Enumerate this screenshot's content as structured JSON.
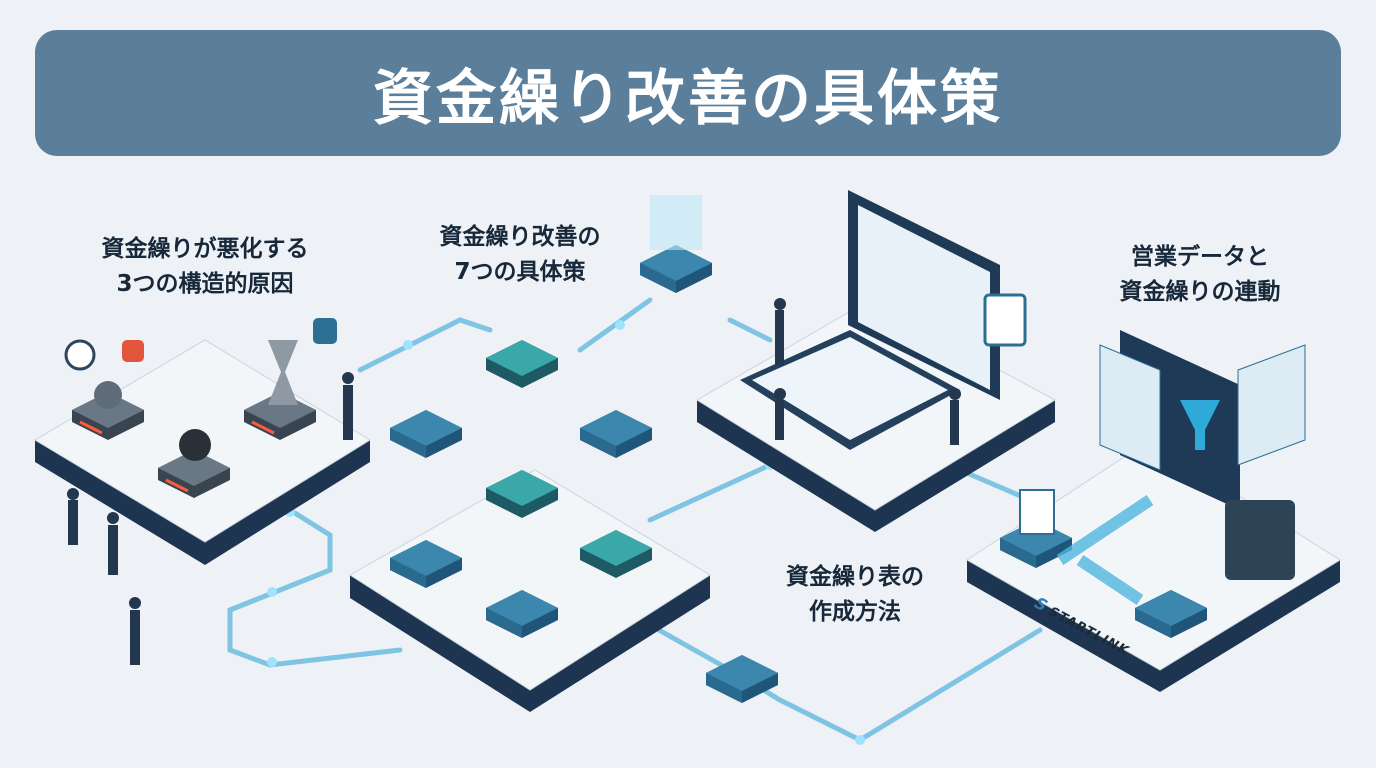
{
  "title": "資金繰り改善の具体策",
  "sections": {
    "causes": {
      "line1": "資金繰りが悪化する",
      "line2": "3つの構造的原因"
    },
    "measures": {
      "line1": "資金繰り改善の",
      "line2": "7つの具体策"
    },
    "sales_link": {
      "line1": "営業データと",
      "line2": "資金繰りの連動"
    },
    "cashflow_table": {
      "line1": "資金繰り表の",
      "line2": "作成方法"
    }
  },
  "logo": "STARTLINK",
  "colors": {
    "banner": "#5b7f9b",
    "accent": "#2fa9d8",
    "tile": "#2c6f93",
    "warning": "#e0553c"
  }
}
